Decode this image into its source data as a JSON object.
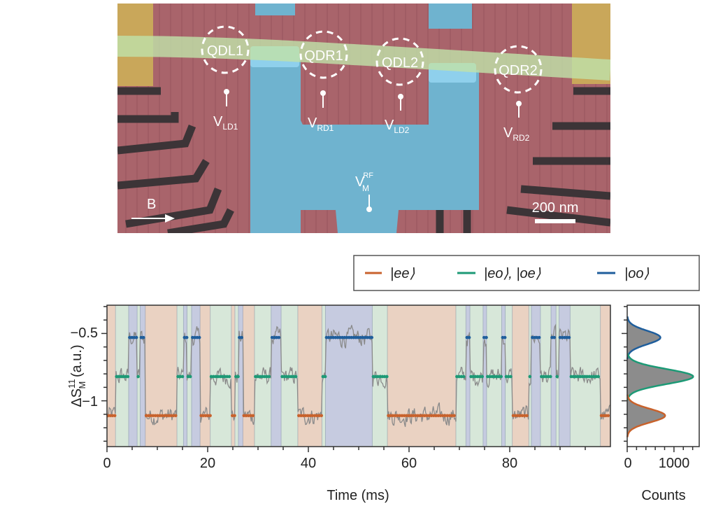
{
  "micrograph": {
    "dot_labels": [
      "QDL1",
      "QDR1",
      "QDL2",
      "QDR2"
    ],
    "gate_labels": [
      {
        "main": "V",
        "sub": "LD1"
      },
      {
        "main": "V",
        "sub": "RD1"
      },
      {
        "main": "V",
        "sub": "LD2"
      },
      {
        "main": "V",
        "sub": "RD2"
      }
    ],
    "rf_gate": {
      "main": "V",
      "sub": "M",
      "sup": "RF"
    },
    "field_label": "B",
    "scale_bar": "200 nm"
  },
  "colors": {
    "ee": "#c8622c",
    "eo": "#1d9a76",
    "oo": "#1f5e9c",
    "bg_ee": "#ead2c2",
    "bg_eo": "#d7e7d9",
    "bg_oo": "#c6cbe0",
    "trace": "#8a8a8a"
  },
  "legend": {
    "items": [
      {
        "key": "ee",
        "label": "|ee⟩"
      },
      {
        "key": "eo",
        "label": "|eo⟩, |oe⟩"
      },
      {
        "key": "oo",
        "label": "|oo⟩"
      }
    ]
  },
  "chart_data": [
    {
      "type": "line",
      "title": "",
      "xlabel": "Time (ms)",
      "ylabel": {
        "main": "ΔS",
        "sub": "M",
        "sup": "11",
        "unit": " (a.u.)"
      },
      "xlim": [
        0,
        100
      ],
      "ylim": [
        -1.34,
        -0.29
      ],
      "xticks": [
        0,
        20,
        40,
        60,
        80
      ],
      "xtick_labels": [
        "0",
        "20",
        "40",
        "60",
        "80"
      ],
      "yticks": [
        -0.5,
        -1
      ],
      "ytick_labels": [
        "−0.5",
        "−1"
      ],
      "levels": {
        "ee": -1.11,
        "eo": -0.82,
        "oo": -0.53
      },
      "noise_amplitude": 0.05,
      "segments": [
        [
          0,
          1.7,
          "ee"
        ],
        [
          1.7,
          4.3,
          "eo"
        ],
        [
          4.3,
          6.0,
          "oo"
        ],
        [
          6.0,
          6.6,
          "eo"
        ],
        [
          6.6,
          7.6,
          "oo"
        ],
        [
          7.6,
          13.9,
          "ee"
        ],
        [
          13.9,
          15.2,
          "eo"
        ],
        [
          15.2,
          15.9,
          "oo"
        ],
        [
          15.9,
          16.8,
          "eo"
        ],
        [
          16.8,
          18.5,
          "oo"
        ],
        [
          18.5,
          20.5,
          "ee"
        ],
        [
          20.5,
          24.7,
          "eo"
        ],
        [
          24.7,
          25.4,
          "ee"
        ],
        [
          25.4,
          26.1,
          "eo"
        ],
        [
          26.1,
          27.0,
          "oo"
        ],
        [
          27.0,
          29.3,
          "ee"
        ],
        [
          29.3,
          32.6,
          "eo"
        ],
        [
          32.6,
          34.6,
          "oo"
        ],
        [
          34.6,
          37.9,
          "eo"
        ],
        [
          37.9,
          42.7,
          "ee"
        ],
        [
          42.7,
          43.4,
          "eo"
        ],
        [
          43.4,
          52.7,
          "oo"
        ],
        [
          52.7,
          55.7,
          "eo"
        ],
        [
          55.7,
          69.3,
          "ee"
        ],
        [
          69.3,
          71.3,
          "eo"
        ],
        [
          71.3,
          72.1,
          "oo"
        ],
        [
          72.1,
          74.7,
          "eo"
        ],
        [
          74.7,
          75.4,
          "oo"
        ],
        [
          75.4,
          78.4,
          "eo"
        ],
        [
          78.4,
          79.1,
          "oo"
        ],
        [
          79.1,
          80.5,
          "eo"
        ],
        [
          80.5,
          83.8,
          "ee"
        ],
        [
          83.8,
          84.3,
          "eo"
        ],
        [
          84.3,
          86.1,
          "oo"
        ],
        [
          86.1,
          88.2,
          "eo"
        ],
        [
          88.2,
          89.2,
          "oo"
        ],
        [
          89.2,
          89.8,
          "eo"
        ],
        [
          89.8,
          92.0,
          "oo"
        ],
        [
          92.0,
          98.0,
          "eo"
        ],
        [
          98.0,
          100,
          "ee"
        ]
      ]
    },
    {
      "type": "histogram",
      "xlabel": "Counts",
      "xlim": [
        0,
        1540
      ],
      "xticks": [
        0,
        1000
      ],
      "xtick_labels": [
        "0",
        "1000"
      ],
      "ylim": [
        -1.34,
        -0.29
      ],
      "peaks": [
        {
          "state": "oo",
          "center": -0.53,
          "amplitude": 710,
          "sigma": 0.05
        },
        {
          "state": "eo",
          "center": -0.82,
          "amplitude": 1410,
          "sigma": 0.055
        },
        {
          "state": "ee",
          "center": -1.11,
          "amplitude": 810,
          "sigma": 0.05
        }
      ]
    }
  ]
}
